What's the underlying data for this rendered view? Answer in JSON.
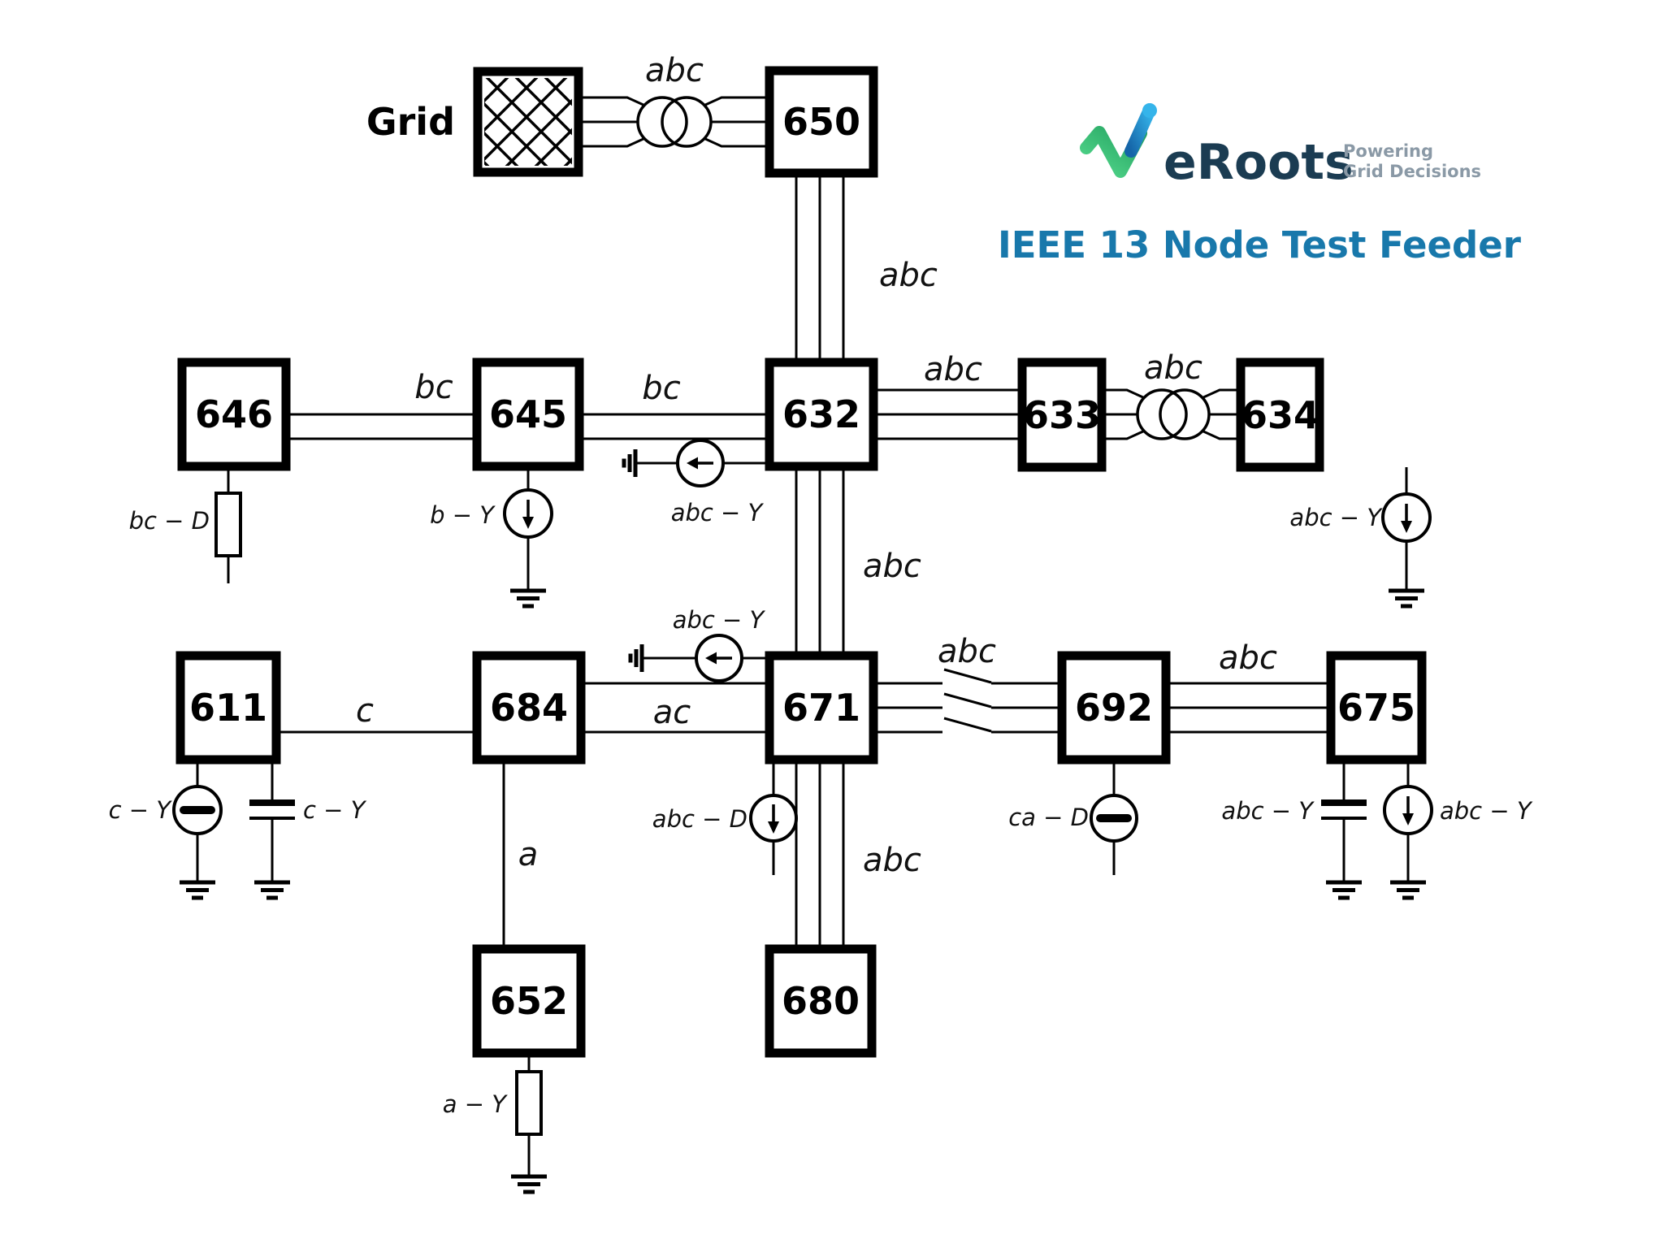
{
  "header": {
    "brand": "eRoots",
    "tagline_line1": "Powering",
    "tagline_line2": "Grid Decisions",
    "title": "IEEE 13 Node Test Feeder",
    "colors": {
      "brand_text": "#1b3c52",
      "tagline": "#8a99a6",
      "title": "#1878ab",
      "logo_green_light": "#55d98d",
      "logo_green_dark": "#21a05f",
      "logo_blue_light": "#35b4ea",
      "logo_blue_dark": "#1565a8"
    }
  },
  "diagram": {
    "grid_label": "Grid",
    "nodes": {
      "n650": "650",
      "n646": "646",
      "n645": "645",
      "n632": "632",
      "n633": "633",
      "n634": "634",
      "n611": "611",
      "n684": "684",
      "n671": "671",
      "n692": "692",
      "n675": "675",
      "n652": "652",
      "n680": "680"
    },
    "branch_labels": {
      "grid_650": "abc",
      "b650_632": "abc",
      "b646_645": "bc",
      "b645_632": "bc",
      "b632_633": "abc",
      "b633_634": "abc",
      "b632_671": "abc",
      "b611_684": "c",
      "b684_671": "ac",
      "b671_692": "abc",
      "b692_675": "abc",
      "b671_680": "abc",
      "b684_652": "a"
    },
    "load_labels": {
      "l646": "bc − D",
      "l645": "b − Y",
      "l632": "abc − Y",
      "l671_top": "abc − Y",
      "l634": "abc − Y",
      "l671_bottom": "abc − D",
      "l692": "ca − D",
      "l611_source": "c − Y",
      "l611_capacitor": "c − Y",
      "l675_capacitor": "abc − Y",
      "l675_source": "abc − Y",
      "l652": "a − Y"
    }
  }
}
